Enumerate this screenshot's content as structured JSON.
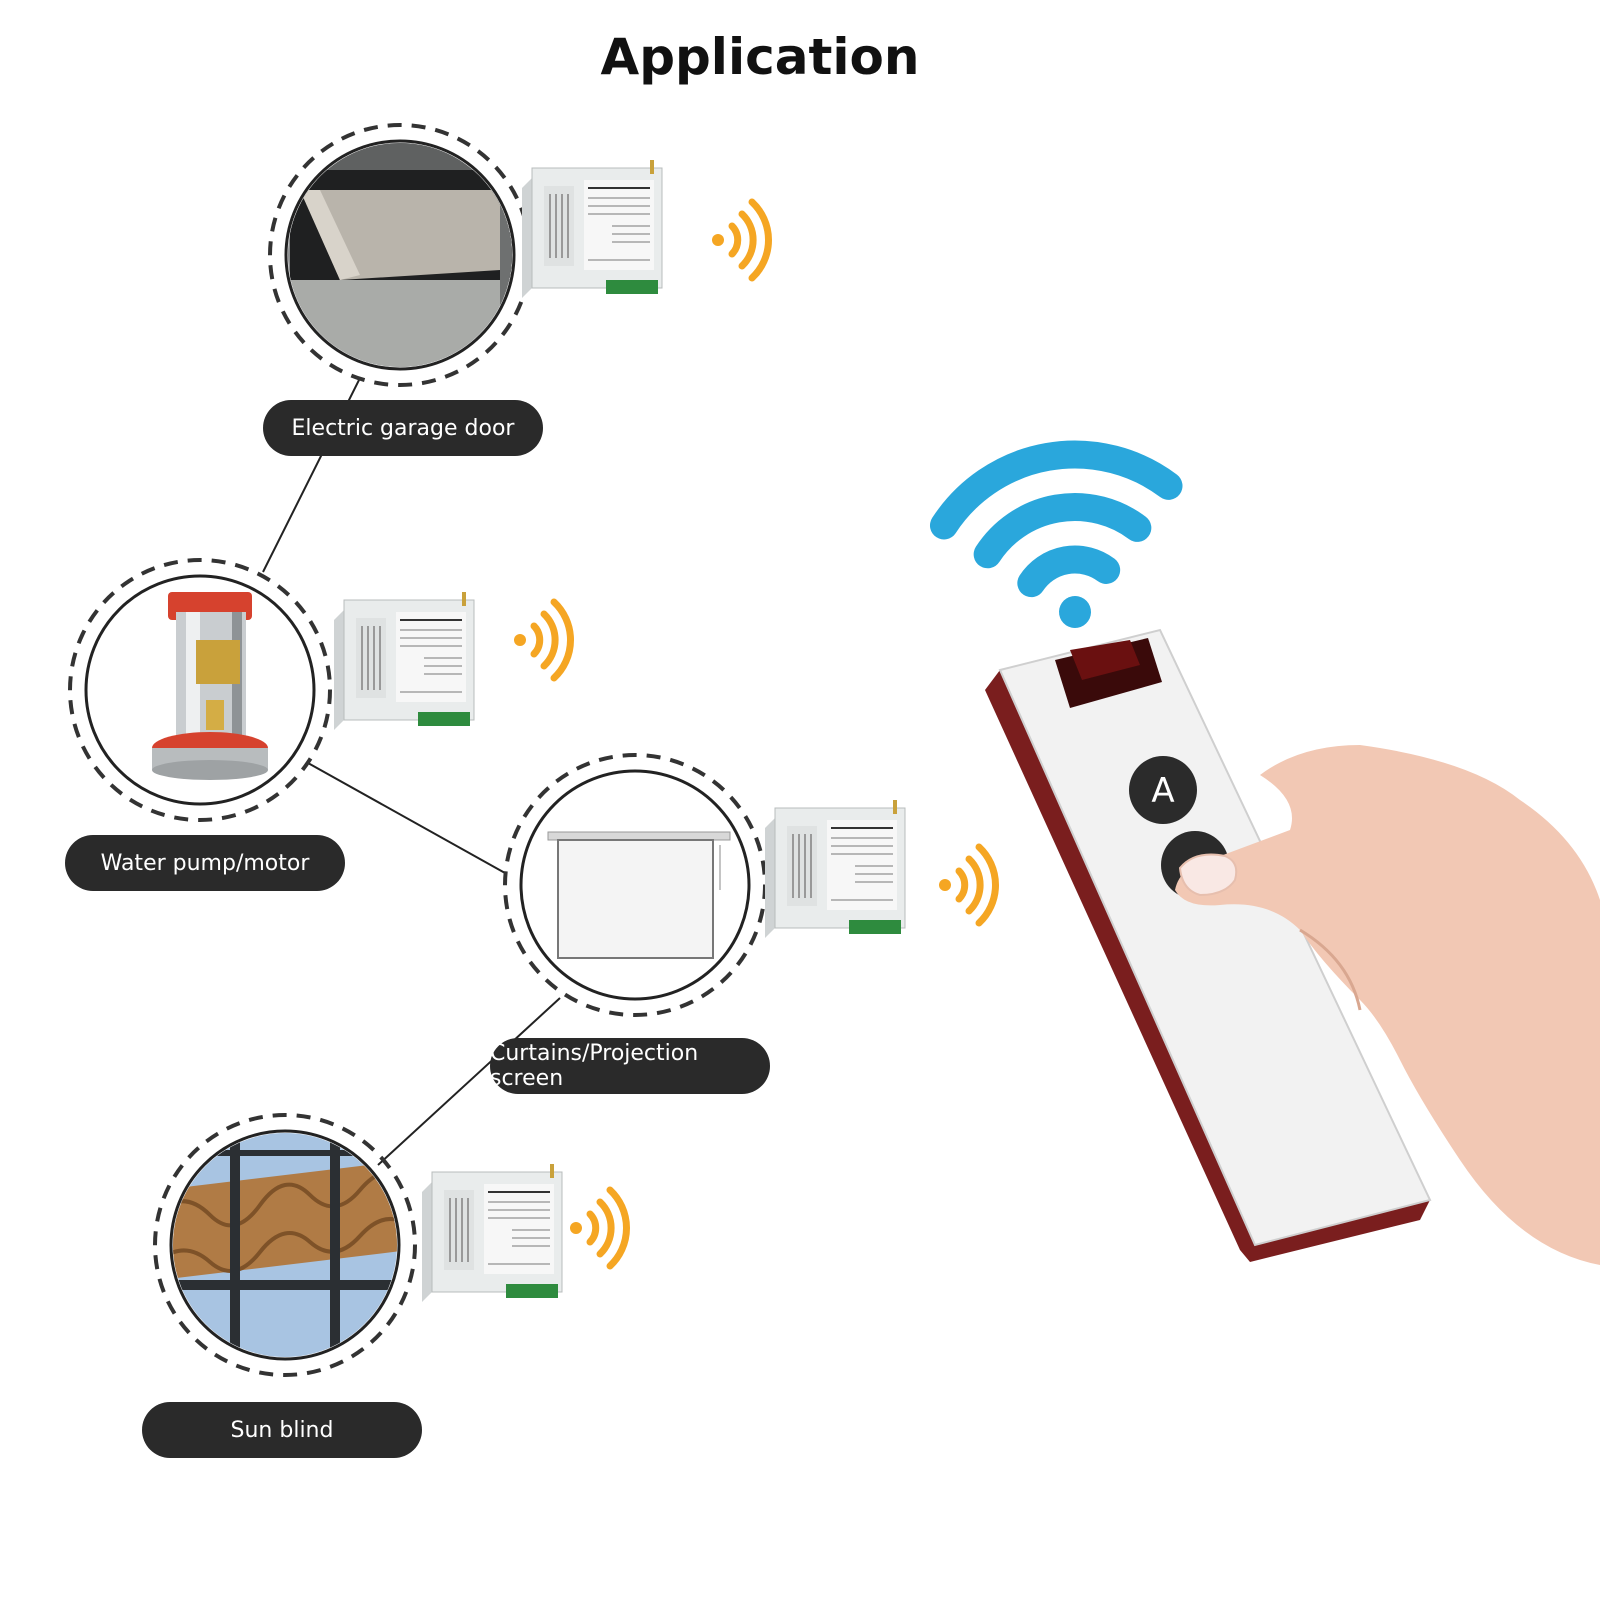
{
  "title": "Application",
  "applications": [
    {
      "label": "Electric garage door"
    },
    {
      "label": "Water pump/motor"
    },
    {
      "label": "Curtains/Projection screen"
    },
    {
      "label": "Sun blind"
    }
  ],
  "remote": {
    "button_a_label": "A"
  },
  "colors": {
    "signal_orange": "#f5a623",
    "wifi_blue": "#2aa7dc",
    "pill_bg": "#2a2a2a",
    "remote_body": "#f2f2f2",
    "remote_edge": "#7a1e1e"
  },
  "icons": [
    "wifi-icon",
    "signal-waves-icon",
    "relay-module-icon",
    "hand-icon"
  ]
}
